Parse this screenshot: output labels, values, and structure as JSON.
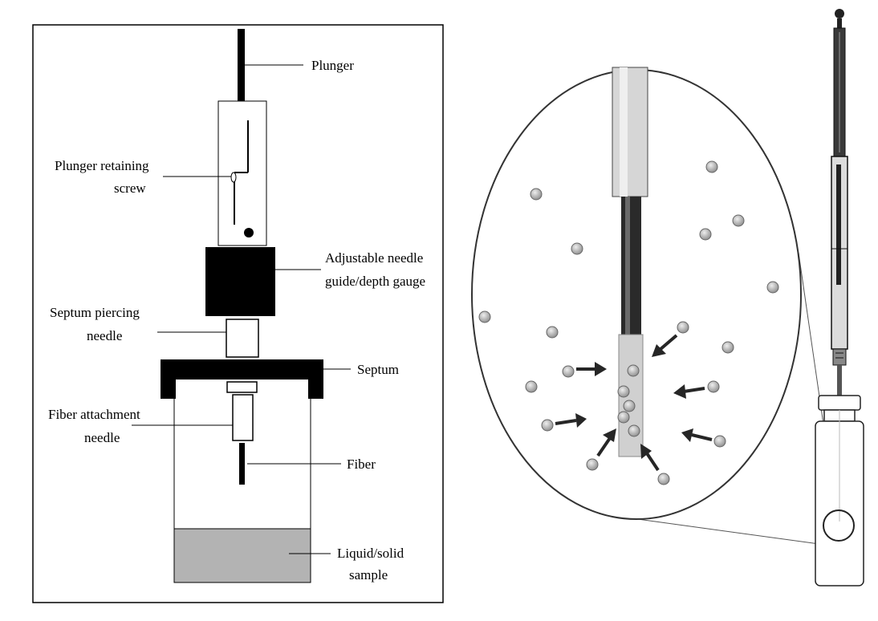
{
  "left_panel": {
    "labels": {
      "plunger": "Plunger",
      "plunger_retaining_screw_1": "Plunger retaining",
      "plunger_retaining_screw_2": "screw",
      "needle_guide_1": "Adjustable needle",
      "needle_guide_2": "guide/depth gauge",
      "septum_piercing_1": "Septum piercing",
      "septum_piercing_2": "needle",
      "septum": "Septum",
      "fiber_attachment_1": "Fiber attachment",
      "fiber_attachment_2": "needle",
      "fiber": "Fiber",
      "sample_1": "Liquid/solid",
      "sample_2": "sample"
    }
  },
  "right_panel": {
    "parts": [
      "magnified-fiber-view",
      "analyte-molecules",
      "adsorption-arrows",
      "spme-syringe",
      "sample-vial"
    ]
  },
  "colors": {
    "line": "#000000",
    "sample_fill": "#b3b3b3",
    "molecule_fill": "#c6c6c6",
    "arrow": "#262626"
  }
}
